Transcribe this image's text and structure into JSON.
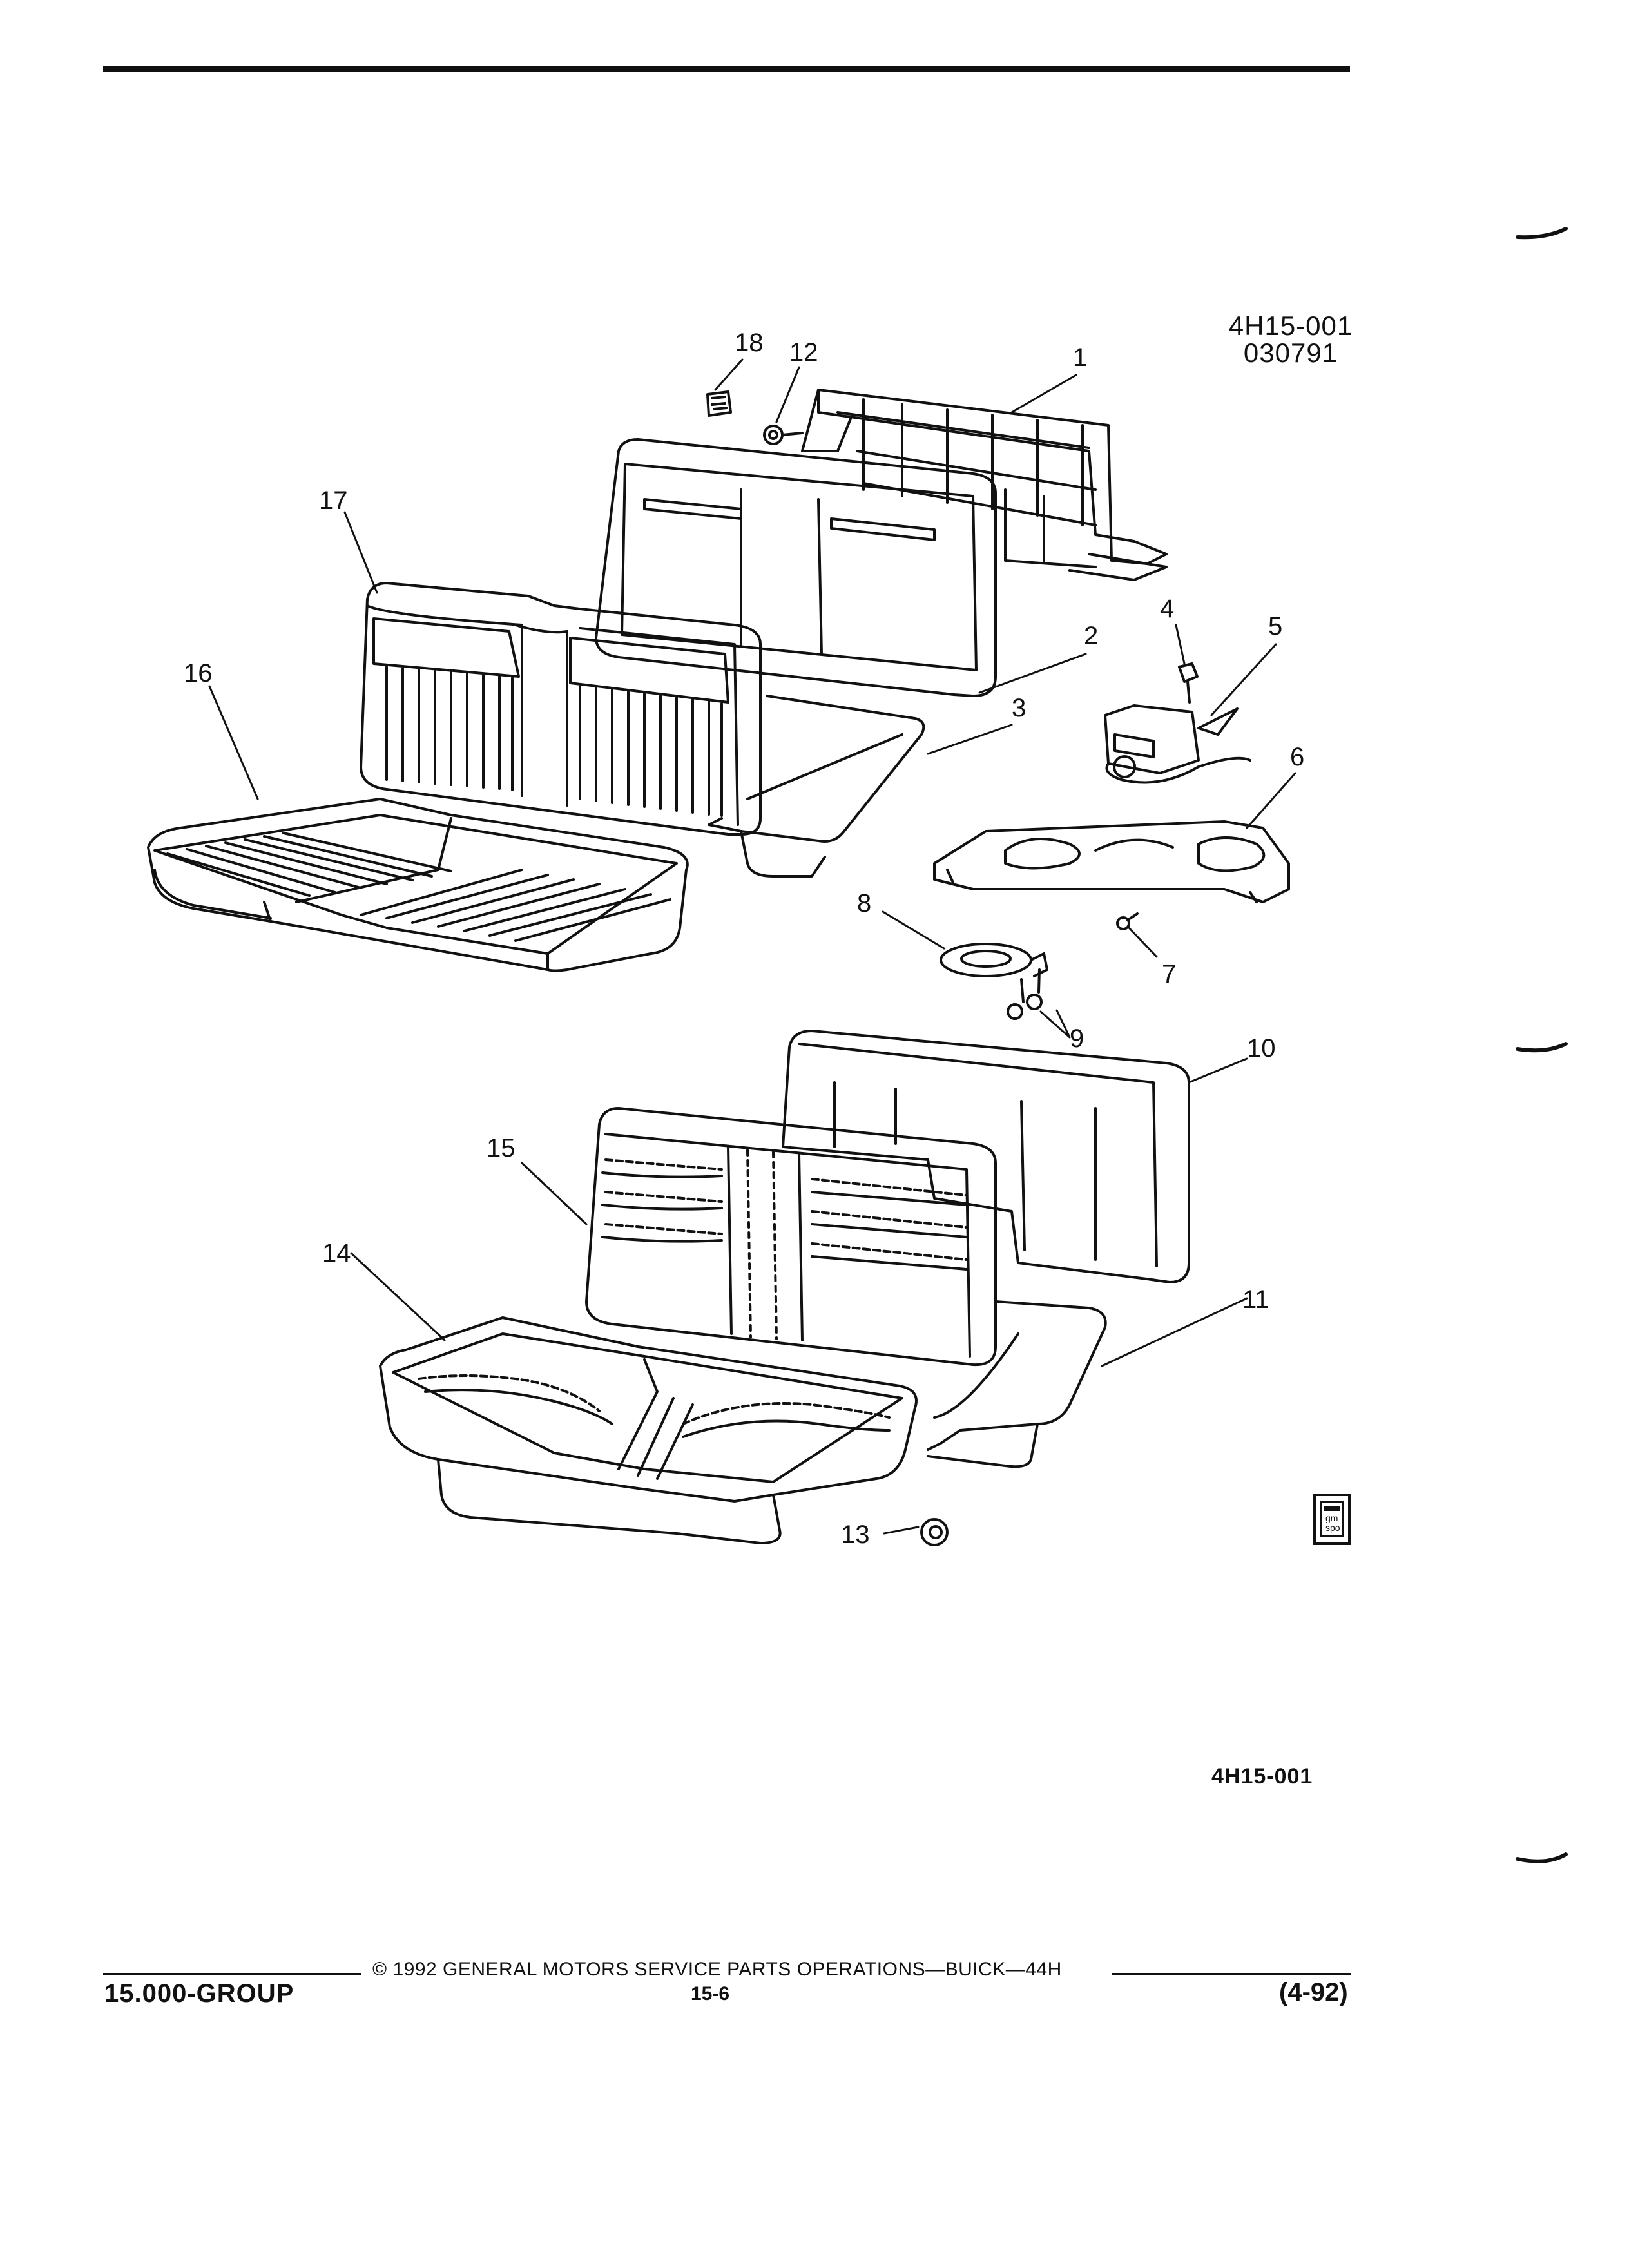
{
  "figure_code": {
    "line1": "4H15-001",
    "line2": "030791"
  },
  "bottom_code": "4H15-001",
  "callouts": [
    {
      "id": "1",
      "text": "1"
    },
    {
      "id": "2",
      "text": "2"
    },
    {
      "id": "3",
      "text": "3"
    },
    {
      "id": "4",
      "text": "4"
    },
    {
      "id": "5",
      "text": "5"
    },
    {
      "id": "6",
      "text": "6"
    },
    {
      "id": "7",
      "text": "7"
    },
    {
      "id": "8",
      "text": "8"
    },
    {
      "id": "9",
      "text": "9"
    },
    {
      "id": "10",
      "text": "10"
    },
    {
      "id": "11",
      "text": "11"
    },
    {
      "id": "12",
      "text": "12"
    },
    {
      "id": "13",
      "text": "13"
    },
    {
      "id": "14",
      "text": "14"
    },
    {
      "id": "15",
      "text": "15"
    },
    {
      "id": "16",
      "text": "16"
    },
    {
      "id": "17",
      "text": "17"
    },
    {
      "id": "18",
      "text": "18"
    }
  ],
  "logo": {
    "line1": "gm",
    "line2": "spo"
  },
  "footer": {
    "copyright": "© 1992 GENERAL MOTORS SERVICE PARTS OPERATIONS—BUICK—44H",
    "group": "15.000-GROUP",
    "page_number": "15-6",
    "revision": "(4-92)"
  }
}
